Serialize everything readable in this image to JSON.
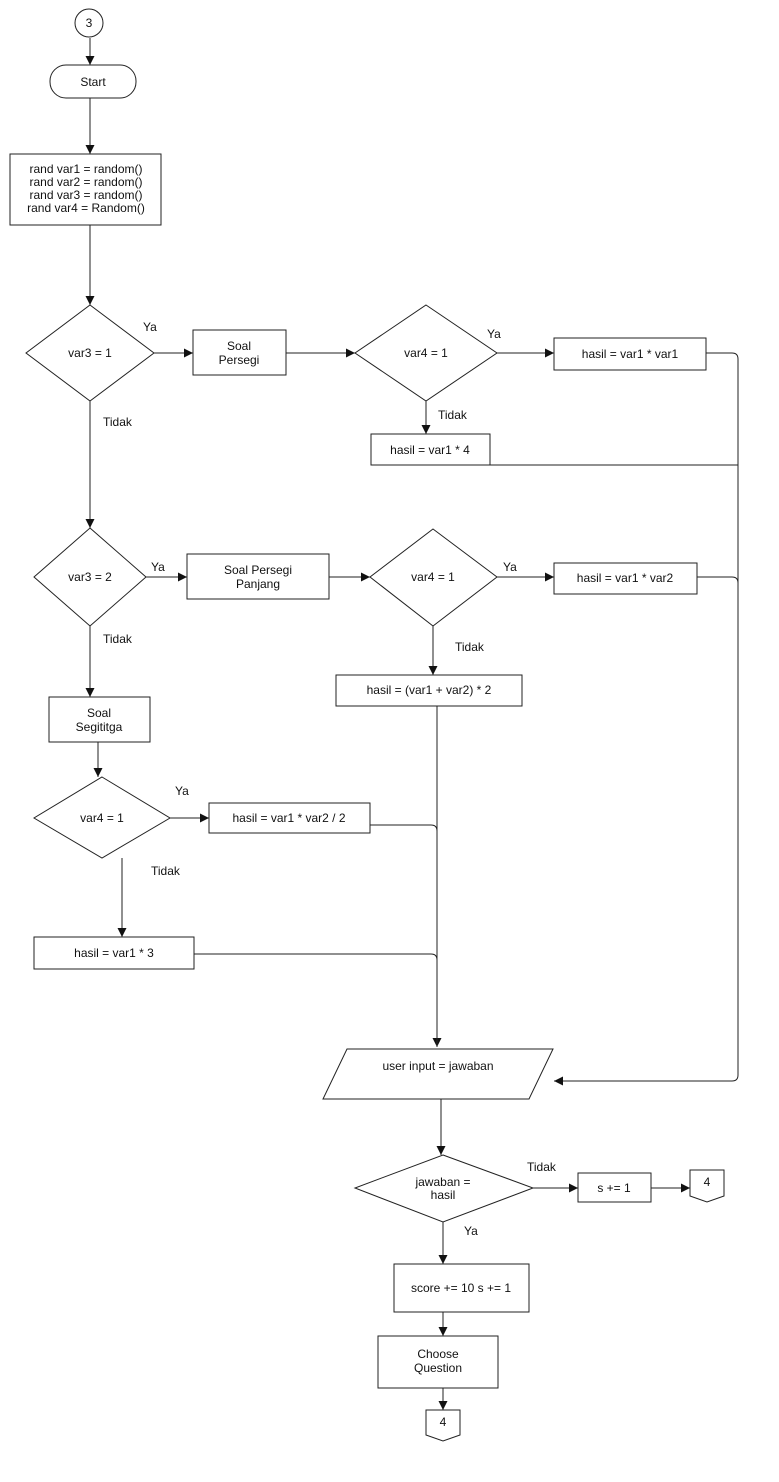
{
  "connectors": {
    "top": "3",
    "right": "4",
    "bottom": "4"
  },
  "start": "Start",
  "init": {
    "lines": [
      "rand var1 = random()",
      "rand var2 = random()",
      "rand var3 = random()",
      "rand var4 = Random()"
    ]
  },
  "decisions": {
    "var3_is_1": "var3 = 1",
    "var4_persegi": "var4 = 1",
    "var3_is_2": "var3 = 2",
    "var4_persegi_panjang": "var4 = 1",
    "var4_segitiga": "var4 = 1",
    "jawaban_check": [
      "jawaban =",
      "hasil"
    ]
  },
  "processes": {
    "soal_persegi": [
      "Soal",
      "Persegi"
    ],
    "soal_persegi_panjang": [
      "Soal Persegi",
      "Panjang"
    ],
    "soal_segitiga": [
      "Soal",
      "Segititga"
    ],
    "hasil_sq": "hasil = var1 * var1",
    "hasil_sq_keliling": "hasil = var1 * 4",
    "hasil_pp": "hasil = var1 * var2",
    "hasil_pp_keliling": "hasil = (var1 + var2) * 2",
    "hasil_tri": "hasil = var1 * var2 / 2",
    "hasil_tri_keliling": "hasil = var1 * 3",
    "s_increment": "s += 1",
    "score_update": "score += 10 s += 1",
    "choose_question": [
      "Choose",
      "Question"
    ]
  },
  "io": {
    "user_input": "user input = jawaban"
  },
  "labels": {
    "ya": "Ya",
    "tidak": "Tidak"
  }
}
